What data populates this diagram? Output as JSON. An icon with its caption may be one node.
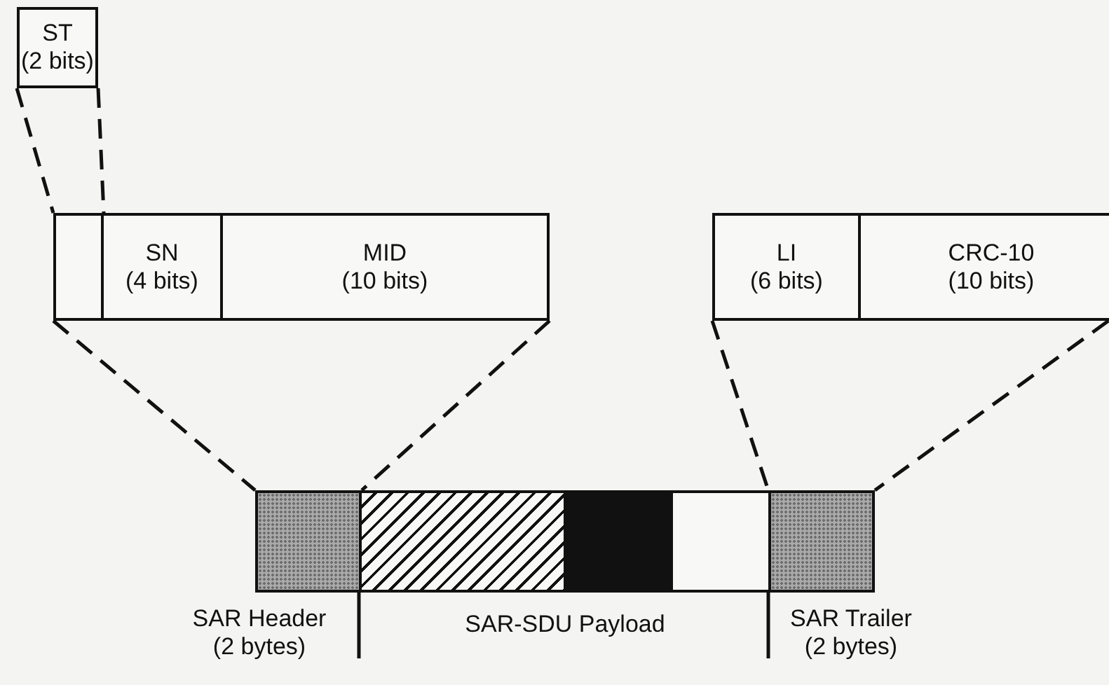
{
  "diagram": {
    "nodes": [
      {
        "text": [
          "ST",
          "(2 bits)"
        ]
      },
      {
        "text": [],
        "shape": "box"
      },
      {
        "text": [
          "SN",
          "(4 bits)"
        ]
      },
      {
        "text": [
          "MID",
          "(10 bits)"
        ]
      },
      {
        "text": [
          "LI",
          "(6 bits)"
        ]
      },
      {
        "text": [
          "CRC-10",
          "(10 bits)"
        ]
      },
      {
        "text": [],
        "shape": "box"
      },
      {
        "text": [],
        "shape": "box"
      },
      {
        "text": [],
        "shape": "box"
      },
      {
        "text": [],
        "shape": "box"
      },
      {
        "text": [],
        "shape": "box"
      }
    ],
    "edges": [
      {
        "from": 0,
        "to": 1,
        "arrow": "none",
        "style": "dashed"
      },
      {
        "from": 0,
        "to": 1,
        "arrow": "none",
        "style": "dashed"
      },
      {
        "from": 1,
        "to": 6,
        "arrow": "none",
        "style": "dashed"
      },
      {
        "from": 3,
        "to": 6,
        "arrow": "none",
        "style": "dashed"
      },
      {
        "from": 4,
        "to": 10,
        "arrow": "none",
        "style": "dashed"
      },
      {
        "from": 5,
        "to": 10,
        "arrow": "none",
        "style": "dashed"
      }
    ],
    "labels": [
      "SAR Header (2 bytes)",
      "SAR-SDU Payload",
      "SAR Trailer (2 bytes)"
    ]
  }
}
